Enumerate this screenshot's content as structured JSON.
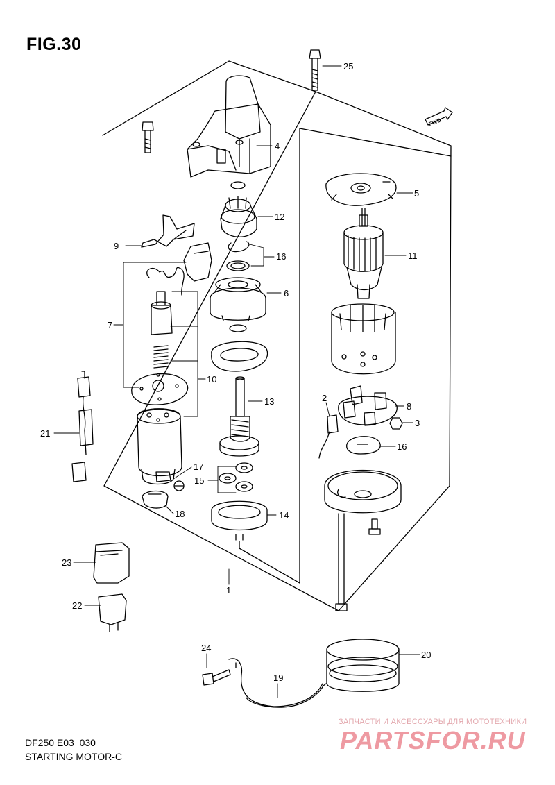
{
  "figure": {
    "title": "FIG.30"
  },
  "footer": {
    "model_code": "DF250 E03_030",
    "section_name": "STARTING MOTOR-C"
  },
  "watermark": {
    "tagline": "ЗАПЧАСТИ И АКСЕССУАРЫ ДЛЯ МОТОТЕХНИКИ",
    "logo": "PARTSFOR.RU"
  },
  "direction_marker": {
    "label": "FWD"
  },
  "callouts": {
    "c1": "1",
    "c2": "2",
    "c3": "3",
    "c4": "4",
    "c5": "5",
    "c6": "6",
    "c7": "7",
    "c8": "8",
    "c9": "9",
    "c10": "10",
    "c11": "11",
    "c12": "12",
    "c13": "13",
    "c14": "14",
    "c15": "15",
    "c16a": "16",
    "c16b": "16",
    "c17": "17",
    "c18": "18",
    "c19": "19",
    "c20": "20",
    "c21": "21",
    "c22": "22",
    "c23": "23",
    "c24": "24",
    "c25": "25"
  },
  "colors": {
    "line": "#000000",
    "watermark": "#ee9aa2",
    "background": "#ffffff"
  }
}
